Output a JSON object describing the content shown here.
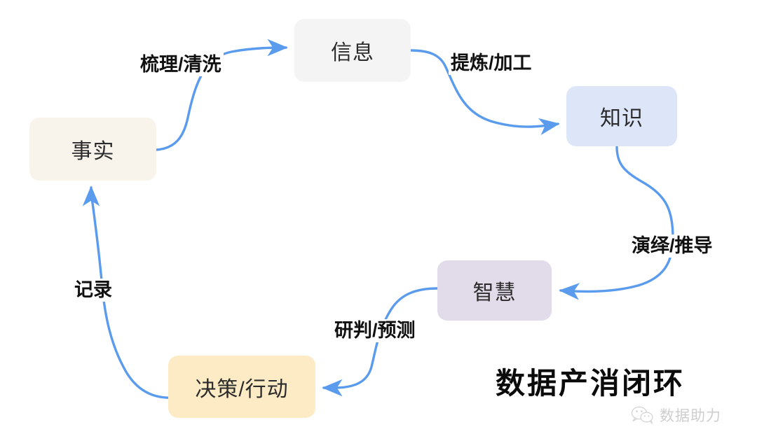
{
  "diagram": {
    "title": "数据产消闭环",
    "background_color": "#ffffff",
    "arrow_color": "#5a9bed",
    "nodes": [
      {
        "id": "fact",
        "label": "事实",
        "color": "#f8f4ec"
      },
      {
        "id": "info",
        "label": "信息",
        "color": "#f4f4f4"
      },
      {
        "id": "know",
        "label": "知识",
        "color": "#dde6f8"
      },
      {
        "id": "wisdom",
        "label": "智慧",
        "color": "#e2dbe9"
      },
      {
        "id": "act",
        "label": "决策/行动",
        "color": "#fcebc4"
      }
    ],
    "edges": [
      {
        "id": "clean",
        "from": "事实",
        "to": "信息",
        "label": "梳理/清洗"
      },
      {
        "id": "refine",
        "from": "信息",
        "to": "知识",
        "label": "提炼/加工"
      },
      {
        "id": "deduce",
        "from": "知识",
        "to": "智慧",
        "label": "演绎/推导"
      },
      {
        "id": "predict",
        "from": "智慧",
        "to": "决策/行动",
        "label": "研判/预测"
      },
      {
        "id": "record",
        "from": "决策/行动",
        "to": "事实",
        "label": "记录"
      }
    ]
  },
  "watermark": {
    "icon": "wechat-icon",
    "text": "数据助力"
  }
}
